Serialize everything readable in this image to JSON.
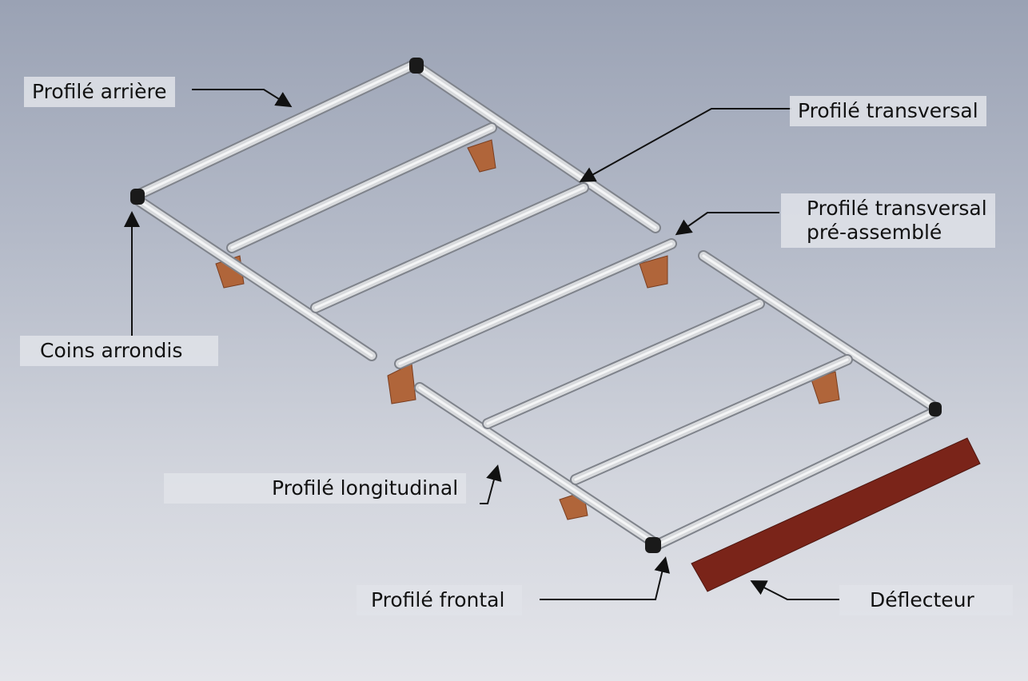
{
  "labels": {
    "rear_profile": "Profilé arrière",
    "transversal_profile": "Profilé transversal",
    "preassembled_transversal_line1": "Profilé transversal",
    "preassembled_transversal_line2": "pré-assemblé",
    "rounded_corners": "Coins arrondis",
    "longitudinal_profile": "Profilé longitudinal",
    "front_profile": "Profilé frontal",
    "deflector": "Déflecteur"
  },
  "colors": {
    "profile": "#d8dadd",
    "bracket": "#b0653a",
    "deflector": "#7a2419",
    "corner": "#1a1a1a"
  }
}
